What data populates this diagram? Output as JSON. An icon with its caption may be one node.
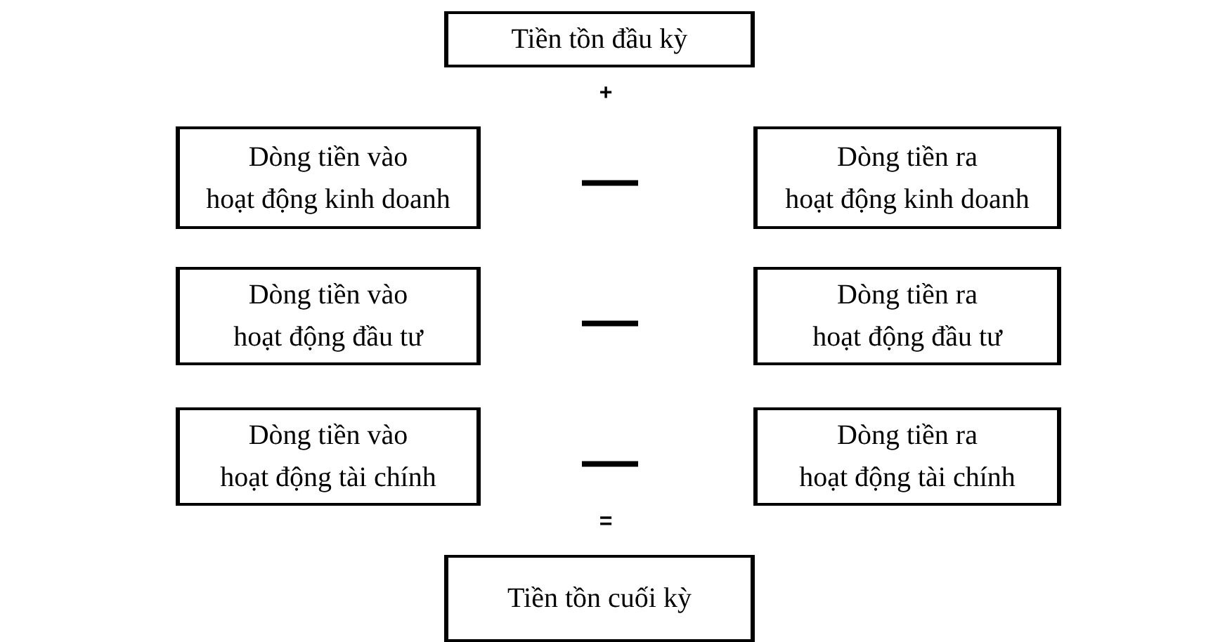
{
  "diagram": {
    "nodes": [
      {
        "text": [
          "Tiền tồn đầu kỳ"
        ]
      },
      {
        "text": [
          "Dòng tiền vào hoạt động kinh doanh"
        ]
      },
      {
        "text": [
          "Dòng tiền ra hoạt động kinh doanh"
        ]
      },
      {
        "text": [
          "Dòng tiền vào hoạt động đầu tư"
        ]
      },
      {
        "text": [
          "Dòng tiền ra hoạt động đầu tư"
        ]
      },
      {
        "text": [
          "Dòng tiền vào hoạt động tài chính"
        ]
      },
      {
        "text": [
          "Dòng tiền ra hoạt động tài chính"
        ]
      },
      {
        "text": [
          "Tiền tồn cuối kỳ"
        ]
      }
    ],
    "labels": [
      "+",
      "—",
      "—",
      "—",
      "="
    ]
  }
}
